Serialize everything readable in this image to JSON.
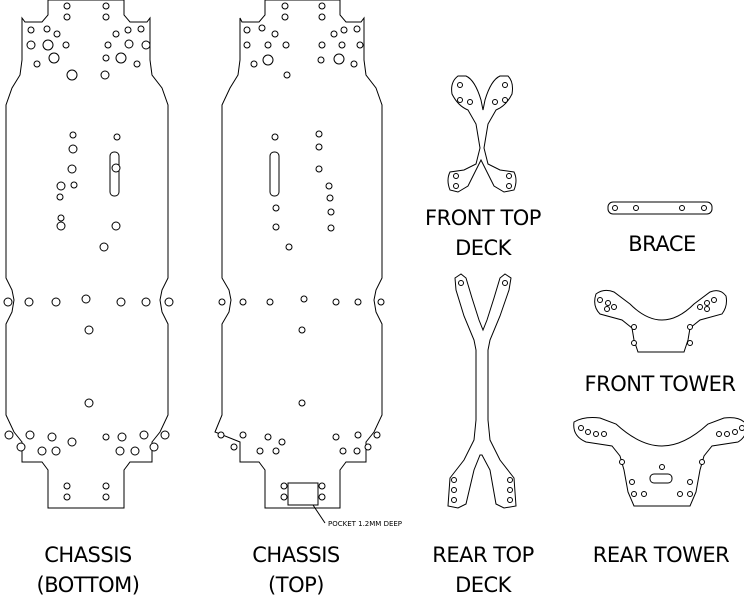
{
  "labels": {
    "chassis_bottom_line1": "CHASSIS",
    "chassis_bottom_line2": "(BOTTOM)",
    "chassis_top_line1": "CHASSIS",
    "chassis_top_line2": "(TOP)",
    "front_top_deck_line1": "FRONT TOP",
    "front_top_deck_line2": "DECK",
    "rear_top_deck_line1": "REAR TOP",
    "rear_top_deck_line2": "DECK",
    "brace": "BRACE",
    "front_tower": "FRONT TOWER",
    "rear_tower": "REAR TOWER"
  },
  "annotations": {
    "pocket_note": "POCKET 1.2MM DEEP"
  },
  "colors": {
    "line": "#000000",
    "background": "#ffffff"
  }
}
